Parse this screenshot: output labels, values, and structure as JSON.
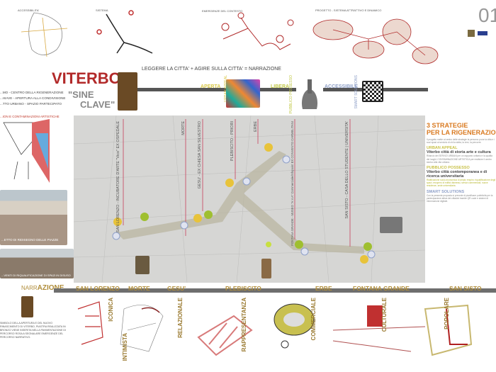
{
  "top_diagrams": [
    {
      "label": "ACCESSIBILITA'"
    },
    {
      "label": "SISTEMA"
    },
    {
      "label": "EMERGENZE DEL CONTESTO"
    },
    {
      "label": "PROGETTO - SISTEMA ATTRATTIVO E DINAMICO"
    }
  ],
  "board_number": "01",
  "title": {
    "main": "VITERBO",
    "sub1": "\"SINE",
    "sub2": "CLAVE\""
  },
  "slogan": "LEGGERE LA CITTA' + AGIRE SULLA CITTA' = NARRAZIONE",
  "left_notes": [
    "...MO - CENTRO DELLA RIGENERAZIONE",
    "...HIAVE - APERTURA ALLA CONDIVISIONE",
    "...TTO URBANO - SPAZIO PARTECIPATO"
  ],
  "left_captions": [
    "...ION E CONTAMINAZIONI ARTISTICHE",
    "...ETTO DI RIDISEGNO DELLE PIAZZE",
    "...VENTI DI RIQUALIFICAZIONE DI SPAZI IN DISUSO"
  ],
  "timeline": [
    {
      "top": "APERTA",
      "side": "URBAN APPEAL",
      "color": "#d9c84a"
    },
    {
      "top": "LIBERA",
      "side": "PUBBLICO POSSESSO",
      "color": "#c2c94a"
    },
    {
      "top": "ACCESSIBILE",
      "side": "SMART SOLUTIONS",
      "color": "#8fa0c8"
    }
  ],
  "map_labels": [
    "SAN LORENZO - INCUBATORE D'ARTE \"Vico\" EX OSPEDALE",
    "MORTE",
    "GESU' - EX CHIESA SAN SILVESTRO",
    "PLEBISCITO - PRIORI",
    "ERBE",
    "FONTANA GRANDE - MUSEO \"A.V.A\" Commerciale/Infopoint EX CONVENTO CARMELITANI",
    "SAN SISTO - CASA DELLO STUDENTE | UNIVERSITA'"
  ],
  "right_panel": {
    "title1": "3 STRATEGIE",
    "title2": "PER LA RIGENERAZIONE",
    "intro": "Il progetto mette al centro delle strategie la persona: pone la citta e i suoi spazi al servizio di chi la abita, la vive, la percorre.",
    "sections": [
      {
        "heading": "URBAN APPEAL",
        "sub": "Viterbo città di storia arte e cultura",
        "text": "Rilancio dei SERVIZI URBANI per un rapporto unitario e la qualità dei luoghi; CONTAMINAZIONE ARTISTICA per restituire il centro storico alla vita urbana."
      },
      {
        "heading": "PUBBLICO POSSESSO",
        "sub": "Viterbo città contemporanea e di ricerca universitaria",
        "text": "Riattivazione socio-economica di ampio respiro: riqualificazione degli spazi, recupero di edifici dismessi, servizi commerciali, nuove residenze, sede universitaria."
      },
      {
        "heading": "SMART SOLUTIONS",
        "sub": "",
        "text": "Con la presente proposta si prevede di pianificare pubblicità per la partecipazione attiva dei cittadini tramite QR code e sistemi di informazione digitale."
      }
    ]
  },
  "narrazione": {
    "light": "NARR",
    "bold": "AZIONE",
    "text": "SIMBOLO DELLA APERTURA E DEL NUOVO RINASCIMENTO DI VITERBO, PIASTRA REALIZZATA IN BRONZO VIENE INSERITA NELLA PAVIMENTAZIONE DI PERCORSO ROSA A SEGNALARE EMERGENZE DEL PERCORSO NARRATIVO."
  },
  "districts": [
    "SAN LORENZO",
    "MORTE",
    "GESU'",
    "PLEBISCITO",
    "ERBE",
    "FONTANA GRANDE",
    "SAN SISTO"
  ],
  "adjectives": [
    "ICONICA",
    "INTIMISTA",
    "RELAZIONALE",
    "RAPPRESENTANZA",
    "COMMERCIALE",
    "CULTURALE",
    "POPOLARE"
  ],
  "colors": {
    "accent_red": "#b22a2a",
    "gold": "#b08d3a",
    "map_bg": "#d6d6d4",
    "bar": "#6e6e6e",
    "path_pink": "#c9506a"
  }
}
